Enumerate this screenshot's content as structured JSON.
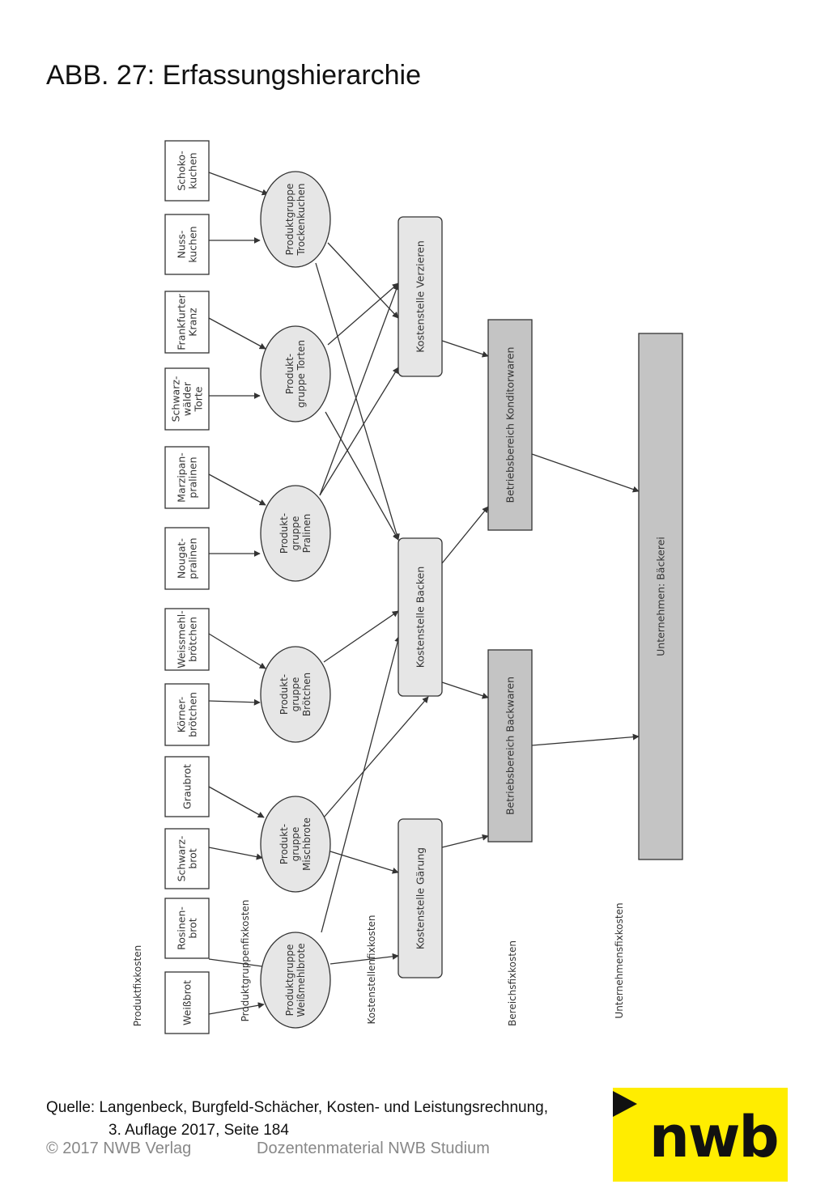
{
  "title": "ABB. 27: Erfassungshierarchie",
  "diagram": {
    "level_labels": [
      "Produktfixkosten",
      "Produktgruppenfixkosten",
      "Kostenstellenfixkosten",
      "Bereichsfixkosten",
      "Unternehmensfixkosten"
    ],
    "products": [
      [
        "Weißbrot"
      ],
      [
        "Rosinen-",
        "brot"
      ],
      [
        "Schwarz-",
        "brot"
      ],
      [
        "Graubrot"
      ],
      [
        "Körner-",
        "brötchen"
      ],
      [
        "Weissmehl-",
        "brötchen"
      ],
      [
        "Nougat-",
        "pralinen"
      ],
      [
        "Marzipan-",
        "pralinen"
      ],
      [
        "Schwarz-",
        "wälder",
        "Torte"
      ],
      [
        "Frankfurter",
        "Kranz"
      ],
      [
        "Nuss-",
        "kuchen"
      ],
      [
        "Schoko-",
        "kuchen"
      ]
    ],
    "product_groups": [
      [
        "Produktgruppe",
        "Weißmehlbrote"
      ],
      [
        "Produkt-",
        "gruppe",
        "Mischbrote"
      ],
      [
        "Produkt-",
        "gruppe",
        "Brötchen"
      ],
      [
        "Produkt-",
        "gruppe",
        "Pralinen"
      ],
      [
        "Produkt-",
        "gruppe Torten"
      ],
      [
        "Produktgruppe",
        "Trockenkuchen"
      ]
    ],
    "cost_centers": [
      "Kostenstelle Gärung",
      "Kostenstelle Backen",
      "Kostenstelle Verzieren"
    ],
    "divisions": [
      "Betriebsbereich Backwaren",
      "Betriebsbereich Konditorwaren"
    ],
    "company": "Unternehmen: Bäckerei"
  },
  "source_line1": "Quelle: Langenbeck, Burgfeld-Schächer, Kosten- und Leistungsrechnung,",
  "source_line2": "3. Auflage 2017, Seite 184",
  "footer_left": "© 2017 NWB Verlag",
  "footer_right": "Dozentenmaterial NWB Studium",
  "logo_text": "nwb",
  "colors": {
    "logo_background": "#ffed00",
    "box_fill_light": "#e6e6e6",
    "box_fill_dark": "#c4c4c4",
    "ellipse_fill": "#e6e6e6"
  }
}
